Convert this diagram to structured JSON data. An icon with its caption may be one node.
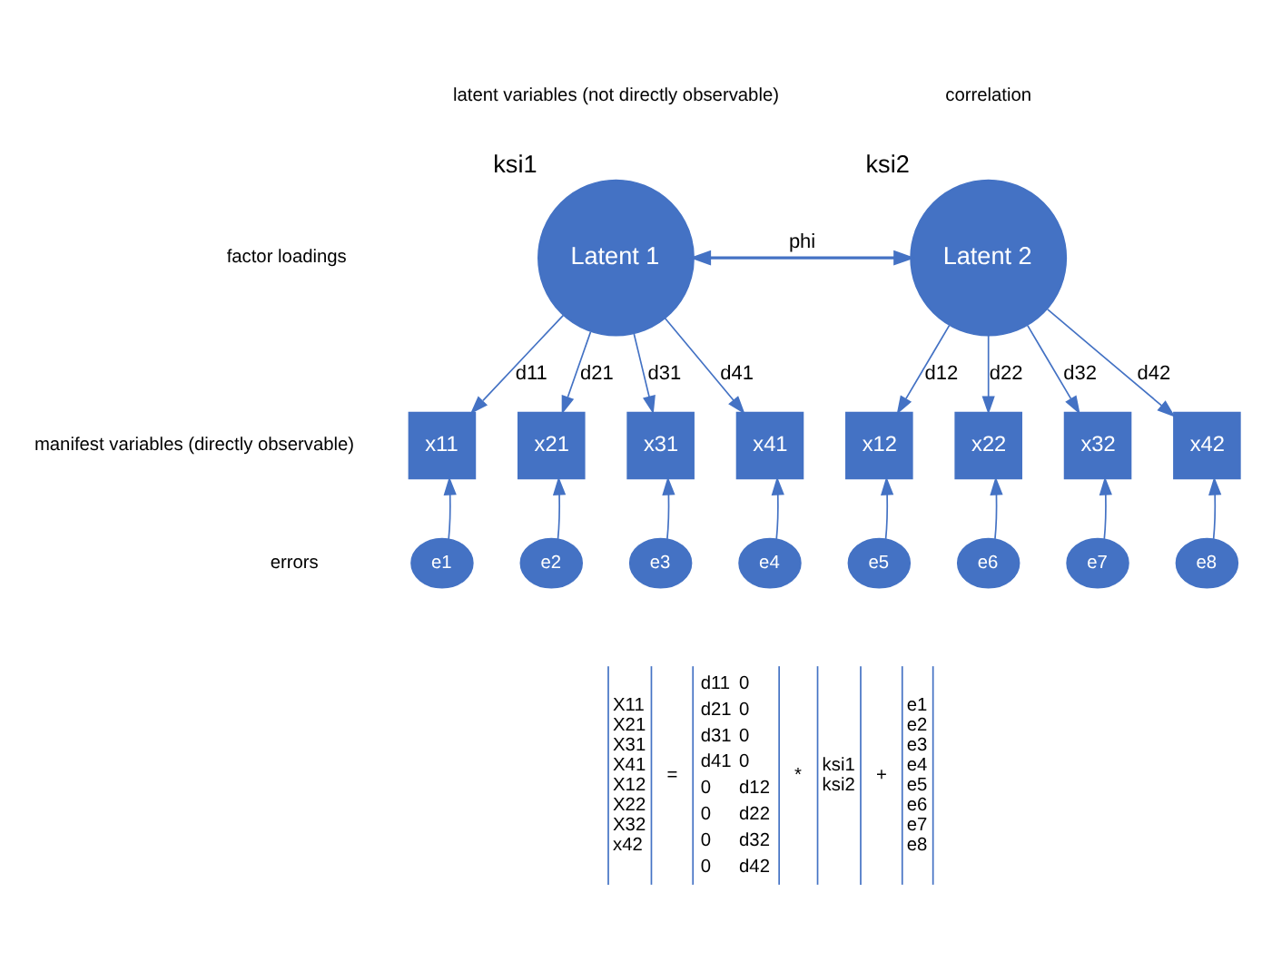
{
  "diagram": {
    "nodes": [
      {
        "text": [
          "Latent 1"
        ],
        "beside": [
          "ksi1"
        ]
      },
      {
        "text": [
          "Latent 2"
        ],
        "beside": [
          "ksi2"
        ]
      },
      {
        "text": [
          "x11"
        ]
      },
      {
        "text": [
          "x21"
        ]
      },
      {
        "text": [
          "x31"
        ]
      },
      {
        "text": [
          "x41"
        ]
      },
      {
        "text": [
          "x12"
        ]
      },
      {
        "text": [
          "x22"
        ]
      },
      {
        "text": [
          "x32"
        ]
      },
      {
        "text": [
          "x42"
        ]
      },
      {
        "text": [
          "e1"
        ]
      },
      {
        "text": [
          "e2"
        ]
      },
      {
        "text": [
          "e3"
        ]
      },
      {
        "text": [
          "e4"
        ]
      },
      {
        "text": [
          "e5"
        ]
      },
      {
        "text": [
          "e6"
        ]
      },
      {
        "text": [
          "e7"
        ]
      },
      {
        "text": [
          "e8"
        ]
      }
    ],
    "edges": [
      {
        "from": 0,
        "to": 1,
        "arrow": "both",
        "label": "phi"
      },
      {
        "from": 0,
        "to": 2,
        "arrow": "to",
        "label": "d11"
      },
      {
        "from": 0,
        "to": 3,
        "arrow": "to",
        "label": "d21"
      },
      {
        "from": 0,
        "to": 4,
        "arrow": "to",
        "label": "d31"
      },
      {
        "from": 0,
        "to": 5,
        "arrow": "to",
        "label": "d41"
      },
      {
        "from": 1,
        "to": 6,
        "arrow": "to",
        "label": "d12"
      },
      {
        "from": 1,
        "to": 7,
        "arrow": "to",
        "label": "d22"
      },
      {
        "from": 1,
        "to": 8,
        "arrow": "to",
        "label": "d32"
      },
      {
        "from": 1,
        "to": 9,
        "arrow": "to",
        "label": "d42"
      },
      {
        "from": 10,
        "to": 2,
        "arrow": "to"
      },
      {
        "from": 11,
        "to": 3,
        "arrow": "to"
      },
      {
        "from": 12,
        "to": 4,
        "arrow": "to"
      },
      {
        "from": 13,
        "to": 5,
        "arrow": "to"
      },
      {
        "from": 14,
        "to": 6,
        "arrow": "to"
      },
      {
        "from": 15,
        "to": 7,
        "arrow": "to"
      },
      {
        "from": 16,
        "to": 8,
        "arrow": "to"
      },
      {
        "from": 17,
        "to": 9,
        "arrow": "to"
      }
    ],
    "labels": [
      "latent variables (not directly observable)",
      "correlation",
      "factor loadings",
      "manifest variables (directly observable)",
      "errors",
      "X11",
      "X21",
      "X31",
      "X41",
      "X12",
      "X22",
      "X32",
      "x42",
      "=",
      "d11",
      "0",
      "d21",
      "0",
      "d31",
      "0",
      "d41",
      "0",
      "0",
      "d12",
      "0",
      "d22",
      "0",
      "d32",
      "0",
      "d42",
      "*",
      "ksi1",
      "ksi2",
      "+",
      "e1",
      "e2",
      "e3",
      "e4",
      "e5",
      "e6",
      "e7",
      "e8"
    ]
  }
}
